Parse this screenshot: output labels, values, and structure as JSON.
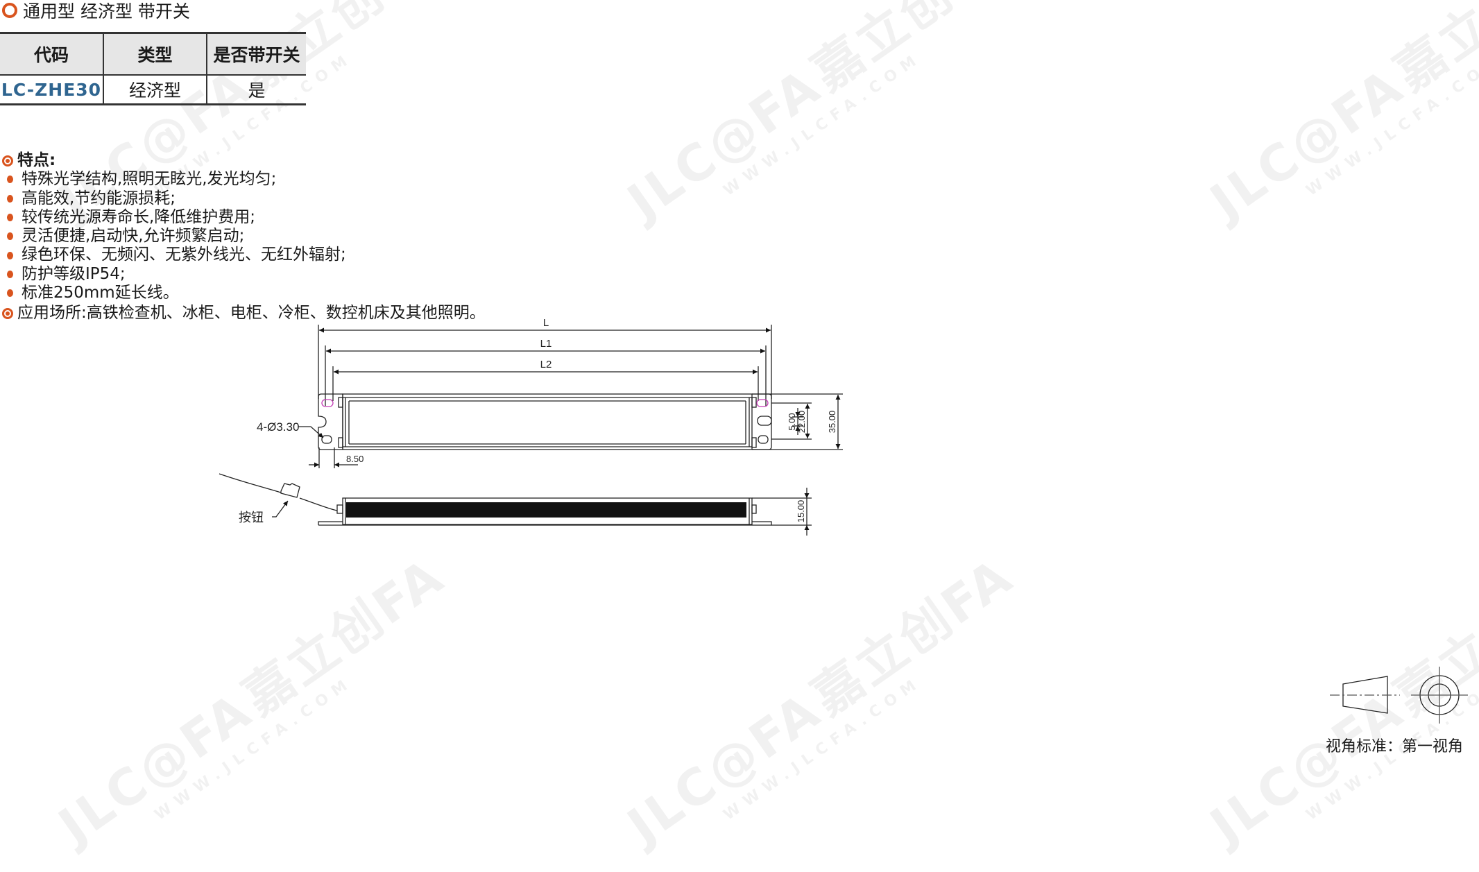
{
  "watermark": {
    "logo": "JLC@FA",
    "brand": "嘉立创FA",
    "site": "WWW.JLCFA.COM"
  },
  "header": {
    "title": "通用型 经济型 带开关",
    "icon": "ring-icon",
    "accent": "#d9541e"
  },
  "spec_table": {
    "columns": [
      "代码",
      "类型",
      "是否带开关"
    ],
    "rows": [
      [
        "LC-ZHE30",
        "经济型",
        "是"
      ]
    ],
    "code_color": "#2f6590"
  },
  "features": {
    "heading": "特点:",
    "items": [
      "特殊光学结构,照明无眩光,发光均匀;",
      "高能效,节约能源损耗;",
      "较传统光源寿命长,降低维护费用;",
      "灵活便捷,启动快,允许频繁启动;",
      "绿色环保、无频闪、无紫外线光、无红外辐射;",
      "防护等级IP54;",
      "标准250mm延长线。"
    ]
  },
  "application": "应用场所:高铁检查机、冰柜、电柜、冷柜、数控机床及其他照明。",
  "drawing": {
    "dim_L": "L",
    "dim_L1": "L1",
    "dim_L2": "L2",
    "hole_label": "4-Ø3.30",
    "dim_850": "8.50",
    "dim_500": "5.00",
    "dim_2200": "22.00",
    "dim_3500": "35.00",
    "dim_1500": "15.00",
    "button_label": "按钮",
    "view_standard": "视角标准：第一视角"
  }
}
